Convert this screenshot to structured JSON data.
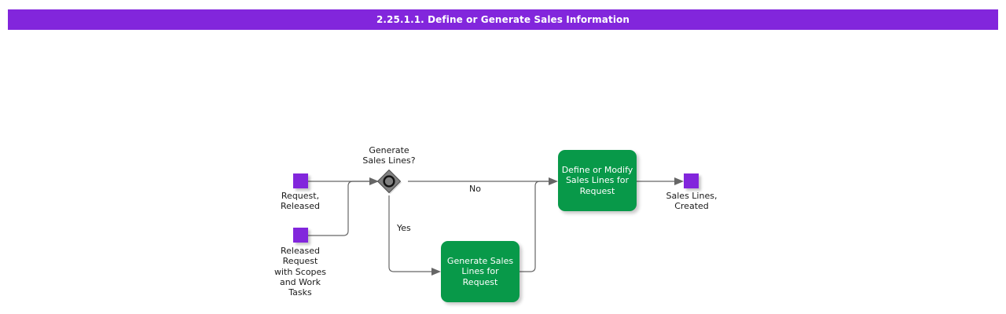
{
  "diagram": {
    "title": "2.25.1.1. Define or Generate Sales Information",
    "type": "bpmn-process-flow",
    "colors": {
      "title_bar": "#8226dc",
      "data_object": "#8226dc",
      "task": "#089949",
      "gateway": "#808080",
      "connector": "#666666",
      "task_text": "#ffffff",
      "caption_text": "#1a1a1a"
    },
    "data_objects": [
      {
        "id": "request-released",
        "caption": "Request,\nReleased"
      },
      {
        "id": "released-request-scopes",
        "caption": "Released\nRequest\nwith Scopes\nand Work\nTasks"
      },
      {
        "id": "sales-lines-created",
        "caption": "Sales Lines,\nCreated"
      }
    ],
    "gateway": {
      "id": "generate-sales-lines-gateway",
      "label": "Generate\nSales Lines?",
      "kind": "inclusive"
    },
    "tasks": [
      {
        "id": "define-or-modify-sales-lines",
        "label": "Define or Modify\nSales Lines for\nRequest"
      },
      {
        "id": "generate-sales-lines",
        "label": "Generate Sales\nLines for\nRequest"
      }
    ],
    "flow_labels": [
      {
        "id": "flow-no",
        "label": "No"
      },
      {
        "id": "flow-yes",
        "label": "Yes"
      }
    ]
  }
}
